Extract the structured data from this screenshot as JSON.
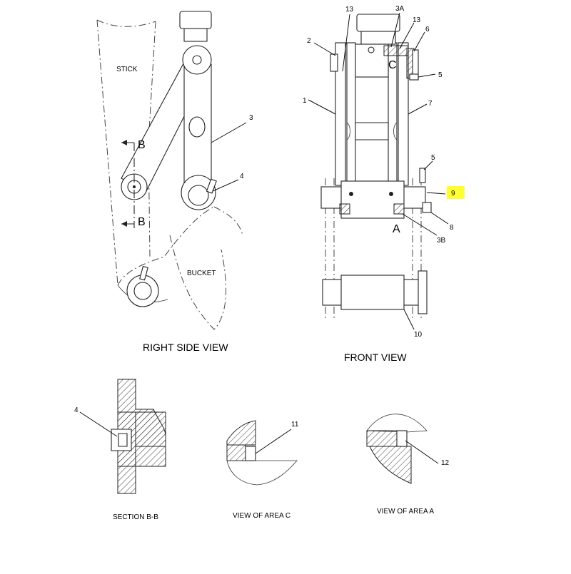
{
  "side_view": {
    "caption": "RIGHT SIDE VIEW",
    "stick_label": "STICK",
    "bucket_label": "BUCKET",
    "section_marker_top": "B",
    "section_marker_bottom": "B",
    "callout_3": "3",
    "callout_4": "4"
  },
  "front_view": {
    "caption": "FRONT VIEW",
    "area_a_label": "A",
    "area_c_label": "C",
    "callouts": {
      "c13a": "13",
      "c3a": "3A",
      "c13b": "13",
      "c6": "6",
      "c2": "2",
      "c5a": "5",
      "c1": "1",
      "c7": "7",
      "c5b": "5",
      "c9": "9",
      "c8": "8",
      "c3b": "3B",
      "c10": "10"
    }
  },
  "section_bb": {
    "caption": "SECTION B-B",
    "callout": "4"
  },
  "area_c_view": {
    "caption": "VIEW OF AREA C",
    "callout": "11"
  },
  "area_a_view": {
    "caption": "VIEW OF AREA A",
    "callout": "12"
  },
  "colors": {
    "highlight": "#ffff33",
    "ink": "#222222"
  }
}
